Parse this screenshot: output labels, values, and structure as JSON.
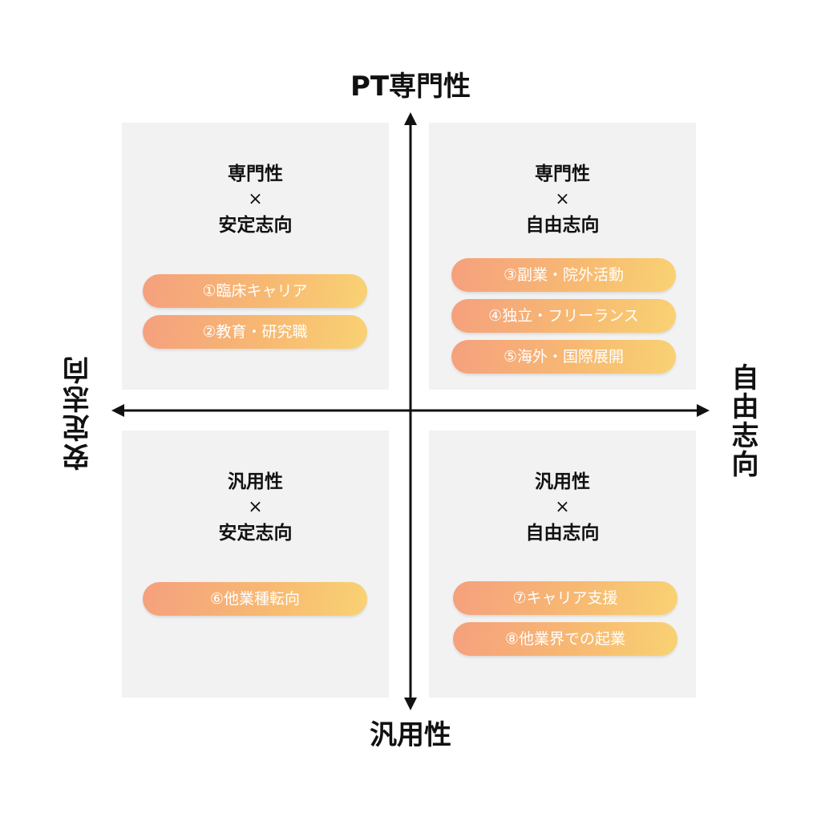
{
  "axes": {
    "top": "PT専門性",
    "bottom": "汎用性",
    "left": "安定志向",
    "right": "自由志向"
  },
  "quadrants": {
    "top_left": {
      "line1": "専門性",
      "times": "×",
      "line2": "安定志向",
      "items": [
        "①臨床キャリア",
        "②教育・研究職"
      ]
    },
    "top_right": {
      "line1": "専門性",
      "times": "×",
      "line2": "自由志向",
      "items": [
        "③副業・院外活動",
        "④独立・フリーランス",
        "⑤海外・国際展開"
      ]
    },
    "bottom_left": {
      "line1": "汎用性",
      "times": "×",
      "line2": "安定志向",
      "items": [
        "⑥他業種転向"
      ]
    },
    "bottom_right": {
      "line1": "汎用性",
      "times": "×",
      "line2": "自由志向",
      "items": [
        "⑦キャリア支援",
        "⑧他業界での起業"
      ]
    }
  },
  "colors": {
    "quadrant_bg": "#f2f2f2",
    "pill_start": "#f5a07e",
    "pill_end": "#f9d273",
    "axis": "#111111"
  }
}
